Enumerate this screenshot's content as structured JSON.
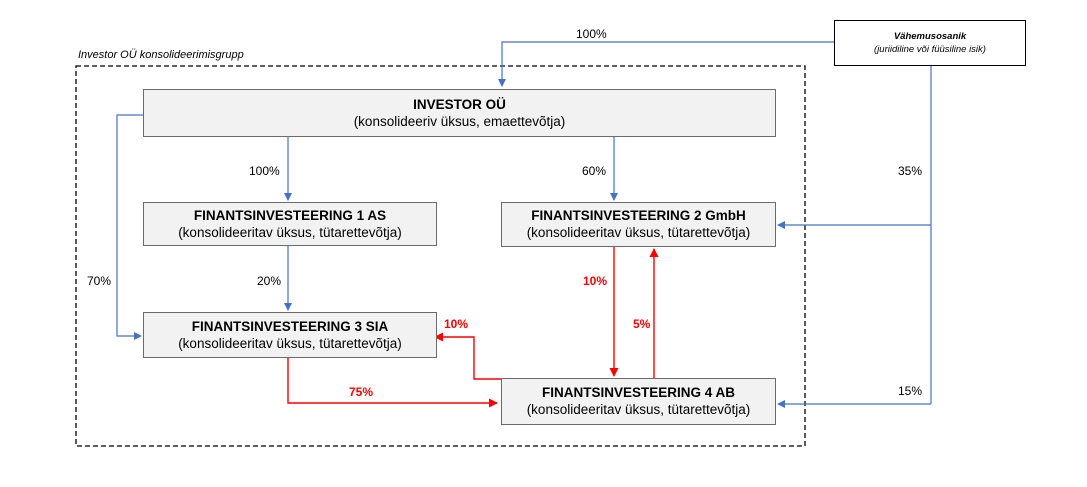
{
  "group_label": "Investor OÜ konsolideerimisgrupp",
  "minority": {
    "title": "Vähemusosanik",
    "subtitle": "(juriidiline või füüsiline isik)"
  },
  "investor": {
    "title": "INVESTOR OÜ",
    "subtitle": "(konsolideeriv üksus, emaettevõtja)"
  },
  "fi1": {
    "title": "FINANTSINVESTEERING 1 AS",
    "subtitle": "(konsolideeritav üksus, tütarettevõtja)"
  },
  "fi2": {
    "title": "FINANTSINVESTEERING 2 GmbH",
    "subtitle": "(konsolideeritav üksus, tütarettevõtja)"
  },
  "fi3": {
    "title": "FINANTSINVESTEERING 3 SIA",
    "subtitle": "(konsolideeritav üksus, tütarettevõtja)"
  },
  "fi4": {
    "title": "FINANTSINVESTEERING 4 AB",
    "subtitle": "(konsolideeritav üksus, tütarettevõtja)"
  },
  "edges": {
    "minority_investor": "100%",
    "investor_fi1": "100%",
    "investor_fi2": "60%",
    "minority_fi2": "35%",
    "investor_fi3": "70%",
    "fi1_fi3": "20%",
    "fi2_fi4": "10%",
    "fi4_fi2": "5%",
    "fi4_fi3": "10%",
    "fi3_fi4": "75%",
    "minority_fi4": "15%"
  },
  "colors": {
    "blue": "#4472c4",
    "red": "#ff0000",
    "box_fill": "#f2f2f2",
    "border": "#6b6b6b"
  }
}
